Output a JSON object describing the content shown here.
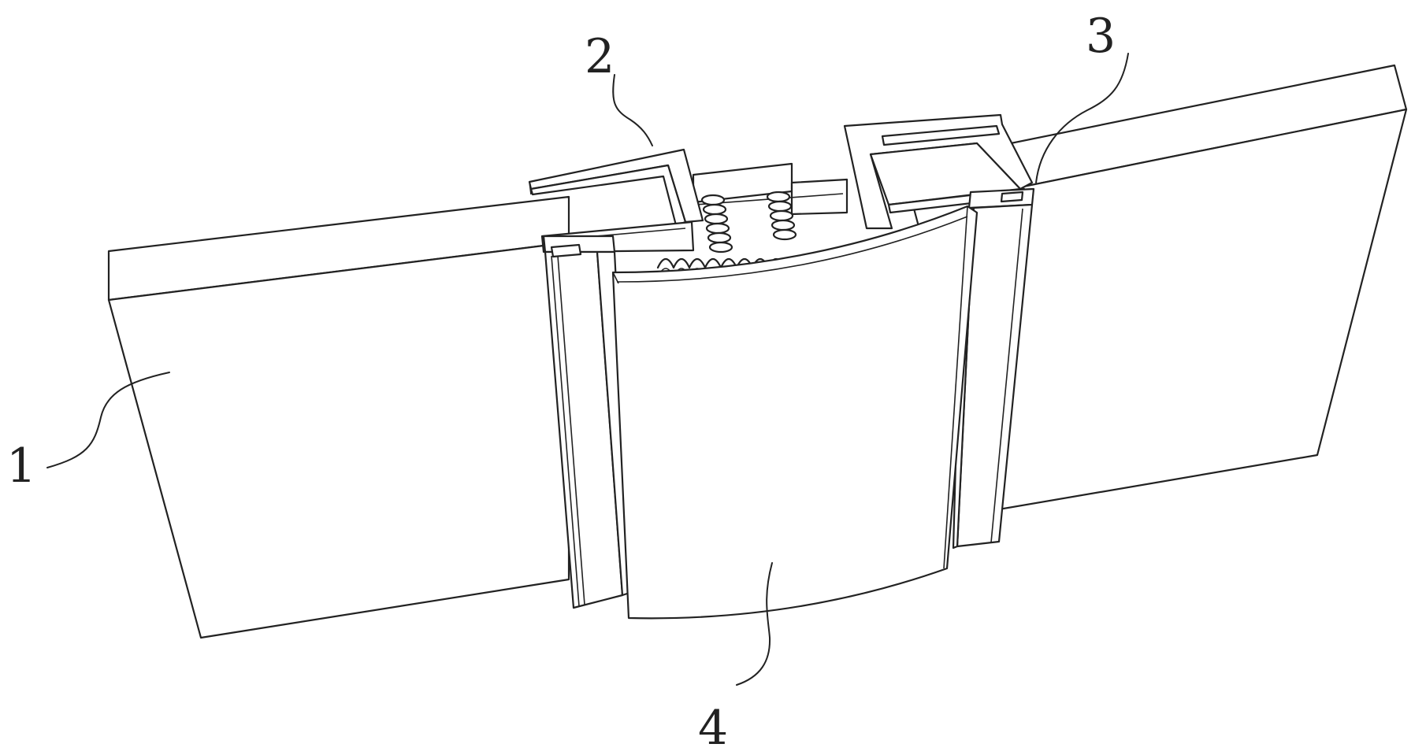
{
  "figure": {
    "background": "#ffffff",
    "line_color": "#222222"
  },
  "callouts": [
    {
      "id": "1",
      "label": "1"
    },
    {
      "id": "2",
      "label": "2"
    },
    {
      "id": "3",
      "label": "3"
    },
    {
      "id": "4",
      "label": "4"
    }
  ]
}
